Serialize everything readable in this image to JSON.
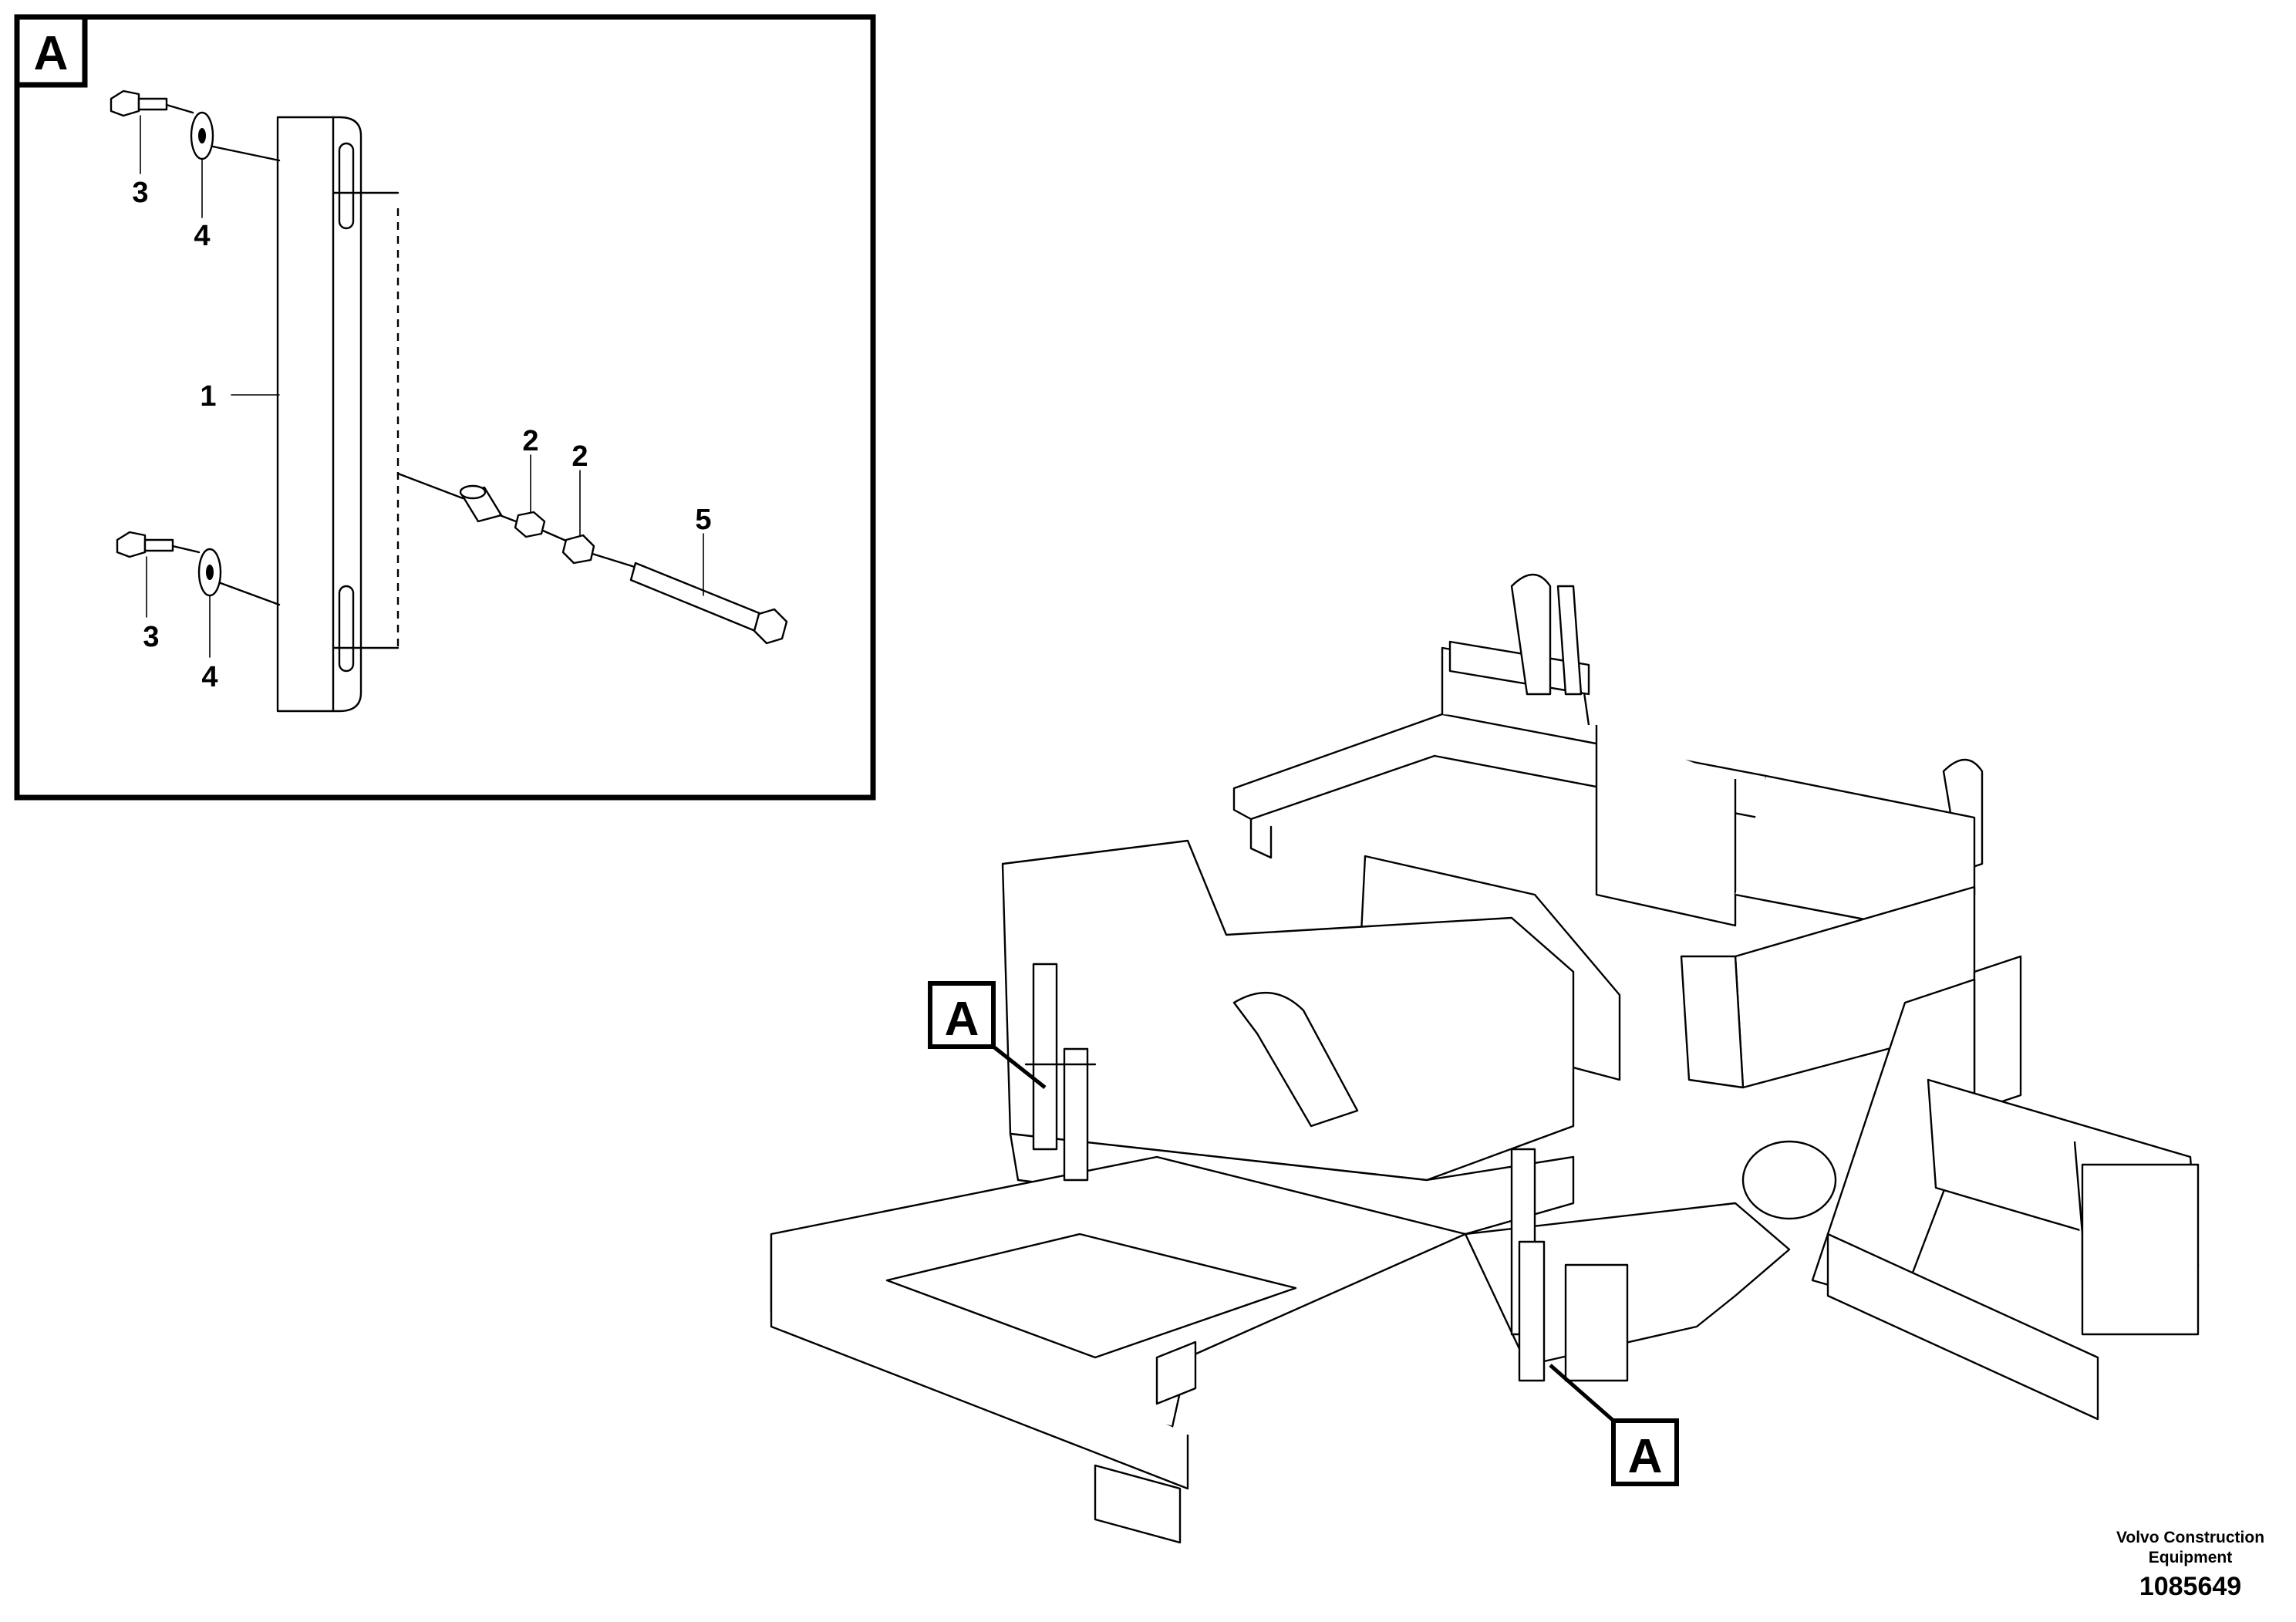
{
  "detail_view": {
    "label": "A",
    "callouts": [
      {
        "id": "c3-top",
        "text": "3"
      },
      {
        "id": "c4-top",
        "text": "4"
      },
      {
        "id": "c1",
        "text": "1"
      },
      {
        "id": "c2-left",
        "text": "2"
      },
      {
        "id": "c2-right",
        "text": "2"
      },
      {
        "id": "c5",
        "text": "5"
      },
      {
        "id": "c3-bottom",
        "text": "3"
      },
      {
        "id": "c4-bottom",
        "text": "4"
      }
    ]
  },
  "frame_view": {
    "location_labels": [
      "A",
      "A"
    ]
  },
  "footer": {
    "manufacturer_line1": "Volvo Construction",
    "manufacturer_line2": "Equipment",
    "part_number": "1085649"
  }
}
